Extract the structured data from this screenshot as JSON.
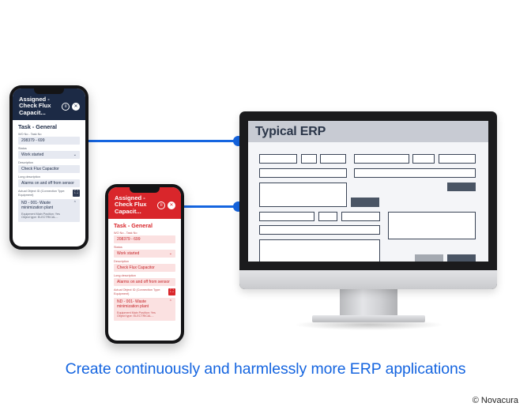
{
  "erp": {
    "title": "Typical ERP"
  },
  "phone_navy": {
    "title": "Assigned - Check Flux Capacit...",
    "pause_icon": "pause-icon",
    "close_icon": "close-icon",
    "section": "Task - General",
    "fields": {
      "wo_label": "WO No - Task No",
      "wo_value": "208379 - 699",
      "status_label": "Status",
      "status_value": "Work started",
      "desc_label": "Description",
      "desc_value": "Check Flux Capacitor",
      "long_label": "Long description",
      "long_value": "Alarms on and off from sensor",
      "object_label": "Actual Object ID (Connection Type: Equipment)"
    },
    "card": {
      "title": "ND - 001- Waste minimization plant",
      "line1": "Equipment Main Position: Yes",
      "line2": "Object type: ELECTRICAL..."
    }
  },
  "phone_red": {
    "title": "Assigned - Check Flux Capacit...",
    "pause_icon": "pause-icon",
    "close_icon": "close-icon",
    "section": "Task - General",
    "fields": {
      "wo_label": "WO No - Task No",
      "wo_value": "208379 - 699",
      "status_label": "Status",
      "status_value": "Work started",
      "desc_label": "Description",
      "desc_value": "Check Flux Capacitor",
      "long_label": "Long description",
      "long_value": "Alarms on and off from sensor",
      "object_label": "Actual Object ID (Connection Type: Equipment)"
    },
    "card": {
      "title": "ND - 001- Waste minimization plant",
      "line1": "Equipment Main Position: Yes",
      "line2": "Object type: ELECTRICAL..."
    }
  },
  "headline": "Create continuously and harmlessly more ERP applications",
  "copyright": "© Novacura",
  "colors": {
    "accent_blue": "#1565e0",
    "navy": "#1c2a45",
    "red": "#d9262b"
  }
}
